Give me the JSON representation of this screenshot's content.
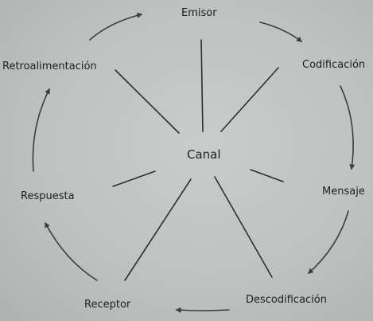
{
  "diagram": {
    "center": "Canal",
    "nodes": {
      "emisor": "Emisor",
      "codificacion": "Codificación",
      "mensaje": "Mensaje",
      "descodificacion": "Descodificación",
      "receptor": "Receptor",
      "respuesta": "Respuesta",
      "retroalimentacion": "Retroalimentación"
    },
    "flow": [
      "Emisor",
      "Codificación",
      "Mensaje",
      "Descodificación",
      "Receptor",
      "Respuesta",
      "Retroalimentación"
    ],
    "colors": {
      "background": "#bec2c0",
      "ink": "#2c2f2d"
    }
  }
}
